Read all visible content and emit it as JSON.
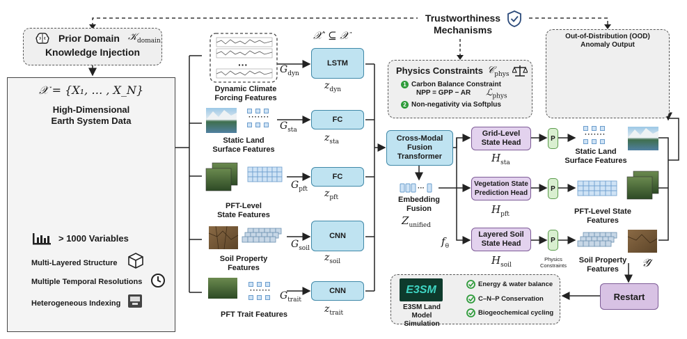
{
  "top": {
    "trust_line1": "Trustworthiness",
    "trust_line2": "Mechanisms",
    "prior_label": "Prior Domain",
    "prior_line2": "Knowledge Injection",
    "ood_line1": "Out-of-Distribution (OOD)",
    "ood_line2": "Anomaly Output"
  },
  "left": {
    "title_line1": "High-Dimensional",
    "title_line2": "Earth System Data",
    "variables": "> 1000 Variables",
    "props": [
      "Multi-Layered Structure",
      "Multiple Temporal Resolutions",
      "Heterogeneous Indexing"
    ]
  },
  "subset_math": "𝒳′ ⊆ 𝒳",
  "set_math": "𝒳 = {X₁, … , X_N}",
  "encoders": [
    {
      "label_line1": "Dynamic Climate",
      "label_line2": "Forcing Features",
      "module": "LSTM",
      "g": "dyn",
      "z": "dyn"
    },
    {
      "label_line1": "Static Land",
      "label_line2": "Surface Features",
      "module": "FC",
      "g": "sta",
      "z": "sta"
    },
    {
      "label_line1": "PFT-Level",
      "label_line2": "State Features",
      "module": "FC",
      "g": "pft",
      "z": "pft"
    },
    {
      "label_line1": "Soil Property",
      "label_line2": "Features",
      "module": "CNN",
      "g": "soil",
      "z": "soil"
    },
    {
      "label_line1": "PFT Trait Features",
      "label_line2": "",
      "module": "CNN",
      "g": "trait",
      "z": "trait"
    }
  ],
  "physics": {
    "title": "Physics Constraints",
    "item1_line1": "Carbon Balance Constraint",
    "item1_line2": "NPP = GPP − AR",
    "item2": "Non-negativity via Softplus",
    "badge1": "1",
    "badge2": "2"
  },
  "fusion": {
    "block_line1": "Cross-Modal",
    "block_line2": "Fusion",
    "block_line3": "Transformer",
    "emb_line1": "Embedding",
    "emb_line2": "Fusion",
    "f_theta": "f",
    "f_sub": "θ"
  },
  "heads": [
    {
      "line1": "Grid-Level",
      "line2": "State Head",
      "h": "sta",
      "out_line1": "Static Land",
      "out_line2": "Surface Features"
    },
    {
      "line1": "Vegetation State",
      "line2": "Prediction Head",
      "h": "pft",
      "out_line1": "PFT-Level State",
      "out_line2": "Features"
    },
    {
      "line1": "Layered Soil",
      "line2": "State Head",
      "h": "soil",
      "out_line1": "Soil Property",
      "out_line2": "Features"
    }
  ],
  "p_label": "P",
  "physics_constraints_line1": "Physics",
  "physics_constraints_line2": "Constraints",
  "y_hat": "𝒴̂",
  "restart": "Restart",
  "e3sm": {
    "logo": "E3SM",
    "line1": "E3SM Land Model",
    "line2": "Simulation",
    "items": [
      "Energy & water balance",
      "C–N–P Conservation",
      "Biogeochemical cycling"
    ]
  },
  "colors": {
    "module_fill": "#bfe3f1",
    "head_fill": "#e3d2ee",
    "p_fill": "#d9efd0",
    "restart_fill": "#d8c2e4",
    "check_green": "#2e9b3a"
  }
}
